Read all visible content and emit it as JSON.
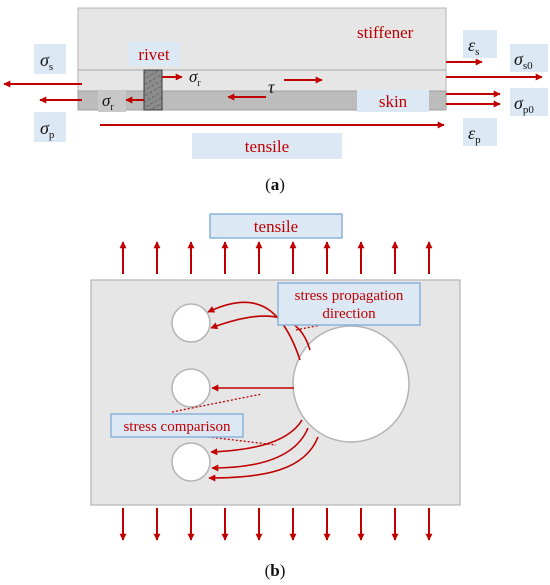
{
  "panel_a": {
    "stiffener_label": "stiffener",
    "skin_label": "skin",
    "rivet_label": "rivet",
    "tensile_label": "tensile",
    "caption": "(a)",
    "symbols": {
      "sigma_s": {
        "base": "σ",
        "sub": "s"
      },
      "sigma_p": {
        "base": "σ",
        "sub": "p"
      },
      "sigma_r_left": {
        "base": "σ",
        "sub": "r"
      },
      "sigma_r_right": {
        "base": "σ",
        "sub": "r"
      },
      "tau": {
        "base": "τ",
        "sub": ""
      },
      "eps_s": {
        "base": "ε",
        "sub": "s"
      },
      "sigma_s0": {
        "base": "σ",
        "sub": "s0"
      },
      "sigma_p0": {
        "base": "σ",
        "sub": "p0"
      },
      "eps_p": {
        "base": "ε",
        "sub": "p"
      }
    }
  },
  "panel_b": {
    "tensile_label": "tensile",
    "propagation_label_line1": "stress propagation",
    "propagation_label_line2": "direction",
    "comparison_label": "stress comparison",
    "caption": "(b)"
  },
  "colors": {
    "accent_red": "#c00000",
    "plate_fill": "#e6e6e6",
    "label_fill": "#dce8f4",
    "label_border": "#8ab4dc"
  }
}
